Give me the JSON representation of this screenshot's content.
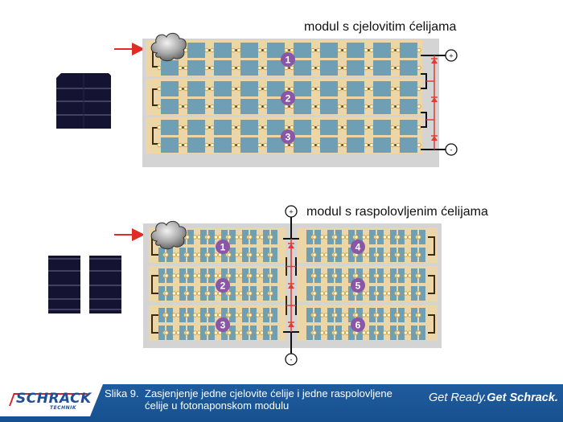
{
  "titles": {
    "full_cell_module": "modul s cjelovitim ćelijama",
    "half_cell_module": "modul s raspolovljenim ćelijama"
  },
  "full_cell_module": {
    "substrings": [
      "1",
      "2",
      "3"
    ],
    "terminals": {
      "positive": "+",
      "negative": "-"
    },
    "shaded_cells": 1,
    "columns": 10,
    "rows_per_substring": 2
  },
  "half_cell_module": {
    "substrings": [
      "1",
      "2",
      "3",
      "4",
      "5",
      "6"
    ],
    "terminals": {
      "positive": "+",
      "negative": "-"
    },
    "shaded_cells": 1,
    "columns_per_half": 6,
    "rows_per_substring": 2
  },
  "colors": {
    "cell": "#6f9fb4",
    "backsheet": "#ecd6a8",
    "frame": "#d4d4d4",
    "badge": "#8a56a6",
    "diode": "#e03c31",
    "arrow": "#e02b26",
    "wire": "#3a2a10",
    "footer": "#1c5698"
  },
  "footer": {
    "logo_brand": "SCHRACK",
    "logo_sub": "TECHNIK",
    "caption_number": "Slika 9.",
    "caption_line1": "Zasjenjenje jedne cjelovite ćelije i jedne raspolovljene",
    "caption_line2": "ćelije u fotonaponskom modulu",
    "slogan_part1": "Get Ready.",
    "slogan_part2": "Get Schrack."
  }
}
